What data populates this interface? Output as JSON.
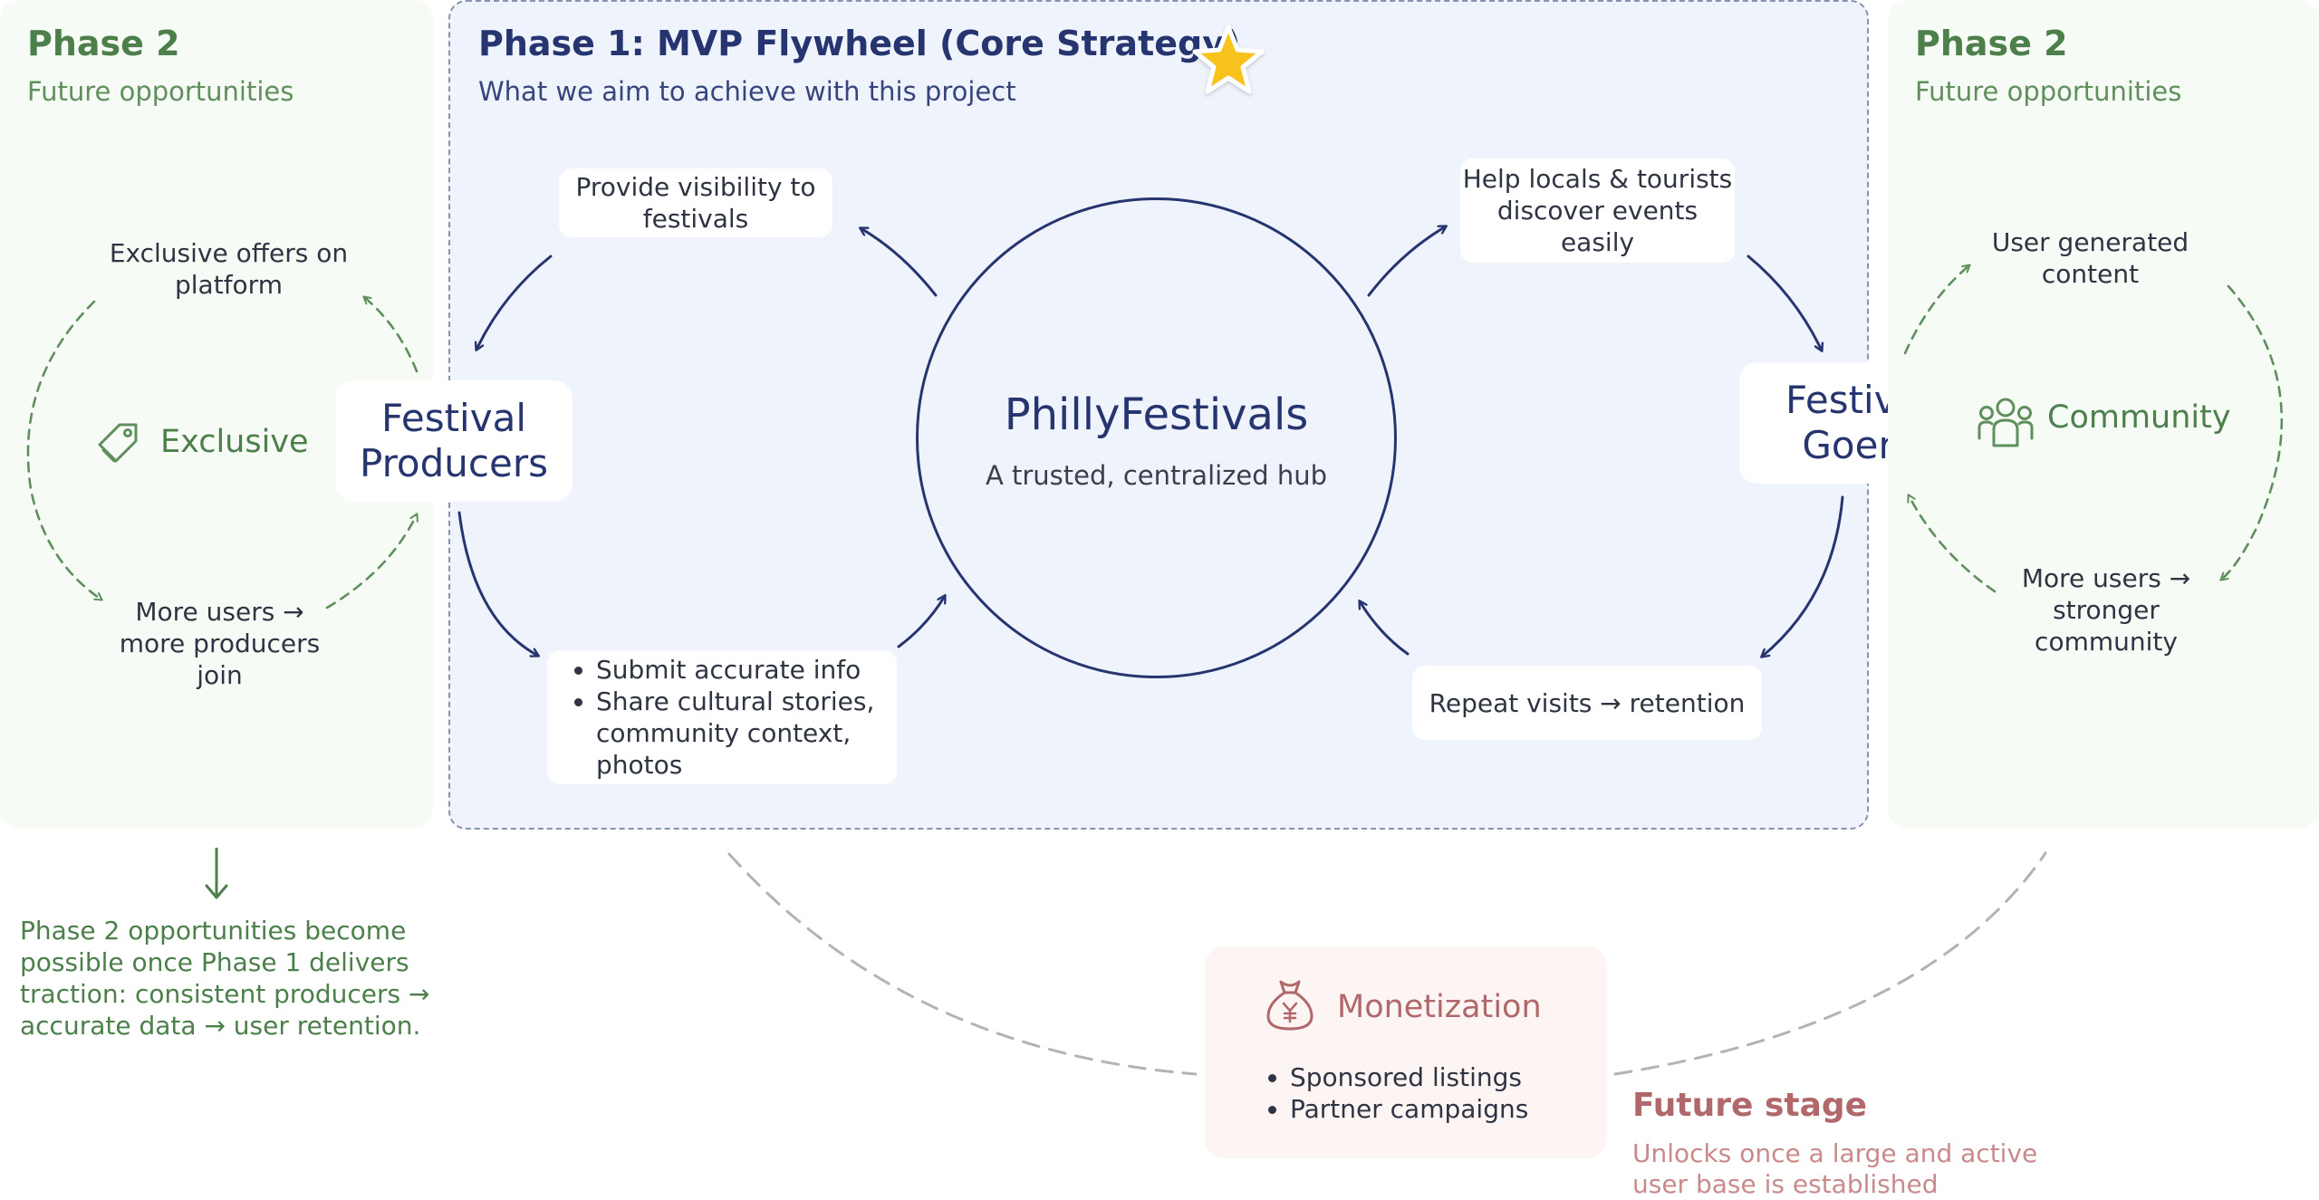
{
  "left_panel": {
    "title": "Phase 2",
    "subtitle": "Future opportunities",
    "exclusive_label": "Exclusive",
    "top_note": "Exclusive offers on platform",
    "bottom_note": "More users → more producers join"
  },
  "center_panel": {
    "title": "Phase 1: MVP Flywheel (Core Strategy)",
    "subtitle": "What we aim to achieve with this project",
    "hub_title": "PhillyFestivals",
    "hub_subtitle": "A trusted, centralized hub",
    "producers_label": "Festival Producers",
    "goers_label": "Festival Goers",
    "visibility_card": "Provide visibility to festivals",
    "discover_card": "Help locals & tourists discover events easily",
    "submit_items": [
      "Submit accurate info",
      "Share cultural stories, community context, photos"
    ],
    "repeat_card": "Repeat visits → retention"
  },
  "right_panel": {
    "title": "Phase 2",
    "subtitle": "Future opportunities",
    "community_label": "Community",
    "top_note": "User generated content",
    "bottom_note": "More users → stronger community"
  },
  "phase2_note": "Phase 2 opportunities become possible once Phase 1 delivers traction: consistent producers → accurate data → user retention.",
  "monetization": {
    "title": "Monetization",
    "items": [
      "Sponsored listings",
      "Partner campaigns"
    ]
  },
  "future_stage": {
    "title": "Future stage",
    "subtitle": "Unlocks once a large and active user base is established"
  },
  "colors": {
    "navy": "#26356f",
    "green": "#4c7f4a",
    "rose": "#b0686b",
    "star": "#f7c21a"
  }
}
